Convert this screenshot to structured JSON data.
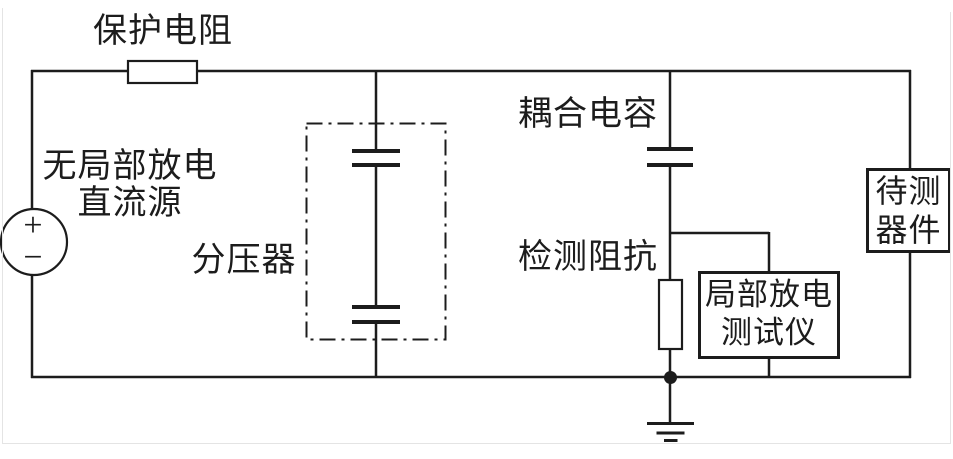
{
  "diagram": {
    "type": "circuit-diagram",
    "description": "Partial discharge DC test circuit",
    "components": {
      "protection_resistor": {
        "label": "保护电阻"
      },
      "dc_source": {
        "label_line1": "无局部放电",
        "label_line2": "直流源",
        "plus": "+",
        "minus": "−"
      },
      "voltage_divider": {
        "label": "分压器"
      },
      "coupling_capacitor": {
        "label": "耦合电容"
      },
      "detection_impedance": {
        "label": "检测阻抗"
      },
      "pd_tester": {
        "label_line1": "局部放电",
        "label_line2": "测试仪"
      },
      "device_under_test": {
        "label_line1": "待测",
        "label_line2": "器件"
      }
    },
    "colors": {
      "line": "#1c1c1c",
      "background": "#ffffff",
      "frame": "#e4e4e4"
    }
  }
}
